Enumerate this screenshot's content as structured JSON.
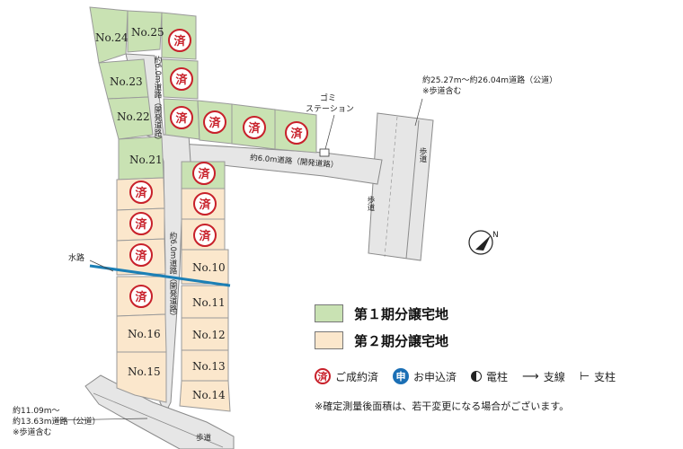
{
  "lots_phase1": [
    "No.24",
    "No.25",
    "No.23",
    "No.22",
    "No.21"
  ],
  "lots_phase2": [
    "No.10",
    "No.11",
    "No.12",
    "No.13",
    "No.14",
    "No.16",
    "No.15"
  ],
  "sold_char": "済",
  "roads": {
    "vertical_upper": "約6.0m道路（開発道路）",
    "horizontal": "約6.0m道路（開発道路）",
    "vertical_lower": "約6.0m道路（開発道路）",
    "public_ne_line1": "約25.27m～約26.04m道路（公道）",
    "public_ne_line2": "※歩道含む",
    "public_sw_line1": "約11.09m～",
    "public_sw_line2": "約13.63m道路（公道）",
    "public_sw_line3": "※歩道含む",
    "sidewalk": "歩道"
  },
  "garbage_station_line1": "ゴミ",
  "garbage_station_line2": "ステーション",
  "waterway": "水路",
  "compass_label": "N",
  "legend": {
    "phase1": "第１期分譲宅地",
    "phase2": "第２期分譲宅地",
    "phase1_color": "#c9e2b3",
    "phase2_color": "#fbe7cc",
    "sold": "ご成約済",
    "applied_icon": "申",
    "applied": "お申込済",
    "pole": "電柱",
    "guy_wire": "支線",
    "brace": "支柱",
    "note": "※確定測量後面積は、若干変更になる場合がございます。"
  },
  "colors": {
    "sold_red": "#c8202a",
    "applied_blue": "#1b6fb5",
    "waterway_blue": "#1b7fb5"
  }
}
